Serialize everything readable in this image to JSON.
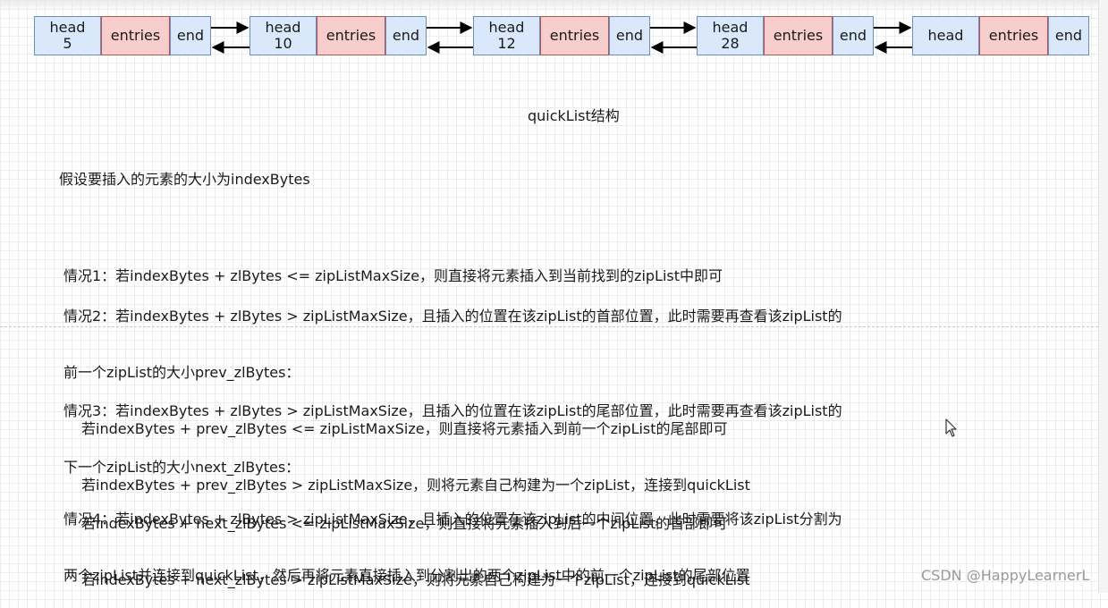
{
  "nodes": [
    {
      "head": "head",
      "head_num": "5",
      "entries": "entries",
      "end": "end"
    },
    {
      "head": "head",
      "head_num": "10",
      "entries": "entries",
      "end": "end"
    },
    {
      "head": "head",
      "head_num": "12",
      "entries": "entries",
      "end": "end"
    },
    {
      "head": "head",
      "head_num": "28",
      "entries": "entries",
      "end": "end"
    },
    {
      "head": "head",
      "head_num": "",
      "entries": "entries",
      "end": "end"
    }
  ],
  "caption": "quickList结构",
  "intro": "假设要插入的元素的大小为indexBytes",
  "cases": {
    "c1": "情况1：若indexBytes + zlBytes <= zipListMaxSize，则直接将元素插入到当前找到的zipList中即可",
    "c2_l1": "情况2：若indexBytes + zlBytes > zipListMaxSize，且插入的位置在该zipList的首部位置，此时需要再查看该zipList的",
    "c2_l2": "前一个zipList的大小prev_zlBytes：",
    "c2_l3": "若indexBytes + prev_zlBytes <= zipListMaxSize，则直接将元素插入到前一个zipList的尾部即可",
    "c2_l4": "若indexBytes + prev_zlBytes > zipListMaxSize，则将元素自己构建为一个zipList，连接到quickList",
    "c3_l1": "情况3：若indexBytes + zlBytes > zipListMaxSize，且插入的位置在该zipList的尾部位置，此时需要再查看该zipList的",
    "c3_l2": "下一个zipList的大小next_zlBytes：",
    "c3_l3": "若indexBytes + next_zlBytes <= zipListMaxSize，则直接将元素插入到后一个zipList的首部即可",
    "c3_l4": "若indexBytes + next_zlBytes > zipListMaxSize，则将元素自己构建为一个zipList，连接到quickList",
    "c4_l1": "情况4：若indexBytes + zlBytes > zipListMaxSize，且插入的位置在该zipList的中间位置，此时需要将该zipList分割为",
    "c4_l2": "两个zipList并连接到quickList，然后再将元素直接插入到分割出的两个zipList中的前一个zipList的尾部位置"
  },
  "watermark": "CSDN @HappyLearnerL",
  "colors": {
    "head_fill": "#dae8fc",
    "head_stroke": "#6c8ebf",
    "entries_fill": "#f8cecc",
    "entries_stroke": "#b85450"
  },
  "icons": {
    "cursor": "mouse-pointer-icon"
  }
}
